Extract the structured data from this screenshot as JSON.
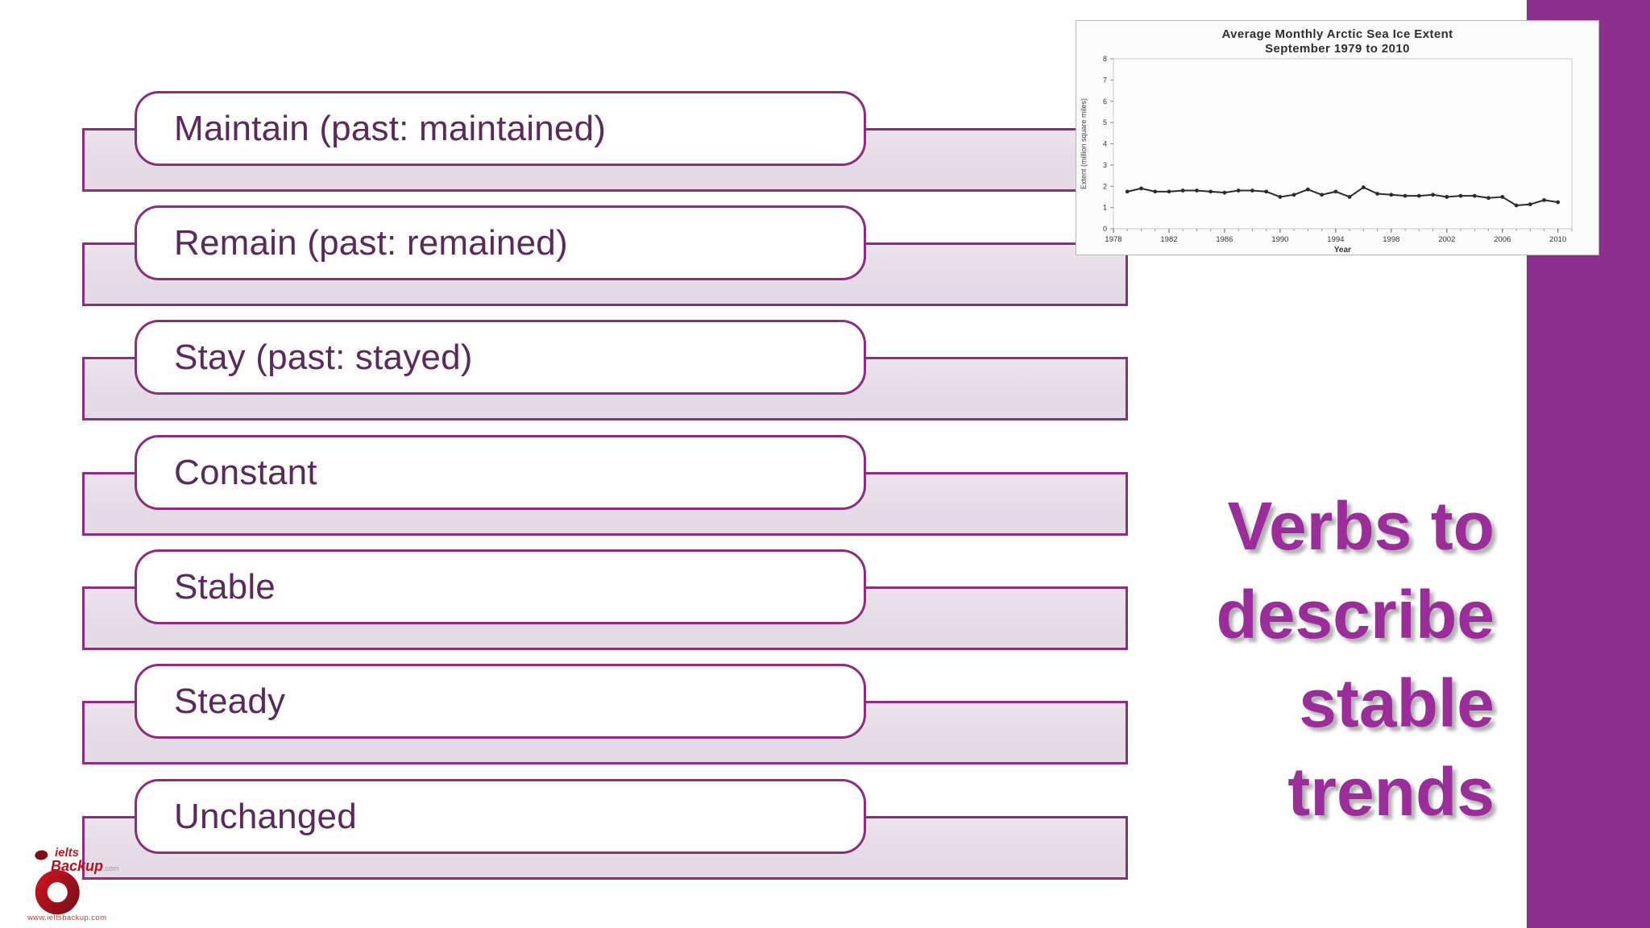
{
  "slide": {
    "heading_lines": [
      "Verbs to",
      "describe",
      "stable",
      "trends"
    ],
    "items": [
      "Maintain (past: maintained)",
      "Remain (past: remained)",
      "Stay (past: stayed)",
      "Constant",
      "Stable",
      "Steady",
      "Unchanged"
    ]
  },
  "chart_data": {
    "type": "line",
    "title": "Average Monthly Arctic Sea Ice Extent",
    "subtitle": "September 1979 to 2010",
    "xlabel": "Year",
    "ylabel": "Extent (million square miles)",
    "xlim": [
      1978,
      2011
    ],
    "ylim": [
      0,
      8
    ],
    "x_ticks": [
      1978,
      1982,
      1986,
      1990,
      1994,
      1998,
      2002,
      2006,
      2010
    ],
    "y_ticks": [
      0,
      1,
      2,
      3,
      4,
      5,
      6,
      7,
      8
    ],
    "grid": false,
    "legend": "none",
    "x": [
      1979,
      1980,
      1981,
      1982,
      1983,
      1984,
      1985,
      1986,
      1987,
      1988,
      1989,
      1990,
      1991,
      1992,
      1993,
      1994,
      1995,
      1996,
      1997,
      1998,
      1999,
      2000,
      2001,
      2002,
      2003,
      2004,
      2005,
      2006,
      2007,
      2008,
      2009,
      2010
    ],
    "y": [
      1.75,
      1.9,
      1.75,
      1.75,
      1.8,
      1.8,
      1.75,
      1.7,
      1.8,
      1.8,
      1.75,
      1.5,
      1.6,
      1.85,
      1.6,
      1.75,
      1.5,
      1.95,
      1.65,
      1.6,
      1.55,
      1.55,
      1.6,
      1.5,
      1.55,
      1.55,
      1.45,
      1.5,
      1.1,
      1.15,
      1.35,
      1.25
    ]
  },
  "logo": {
    "brand_top": "ielts",
    "brand_bottom": "Backup",
    "brand_suffix": ".com",
    "website": "www.ieltsbackup.com"
  },
  "colors": {
    "accent_bar": "#8d2f8f",
    "heading": "#9a2d9a",
    "shape_border": "#8b2e7c",
    "band_fill": "#e5dbe6",
    "box_text": "#5b2a5d",
    "chart_line": "#2b2b2b"
  }
}
